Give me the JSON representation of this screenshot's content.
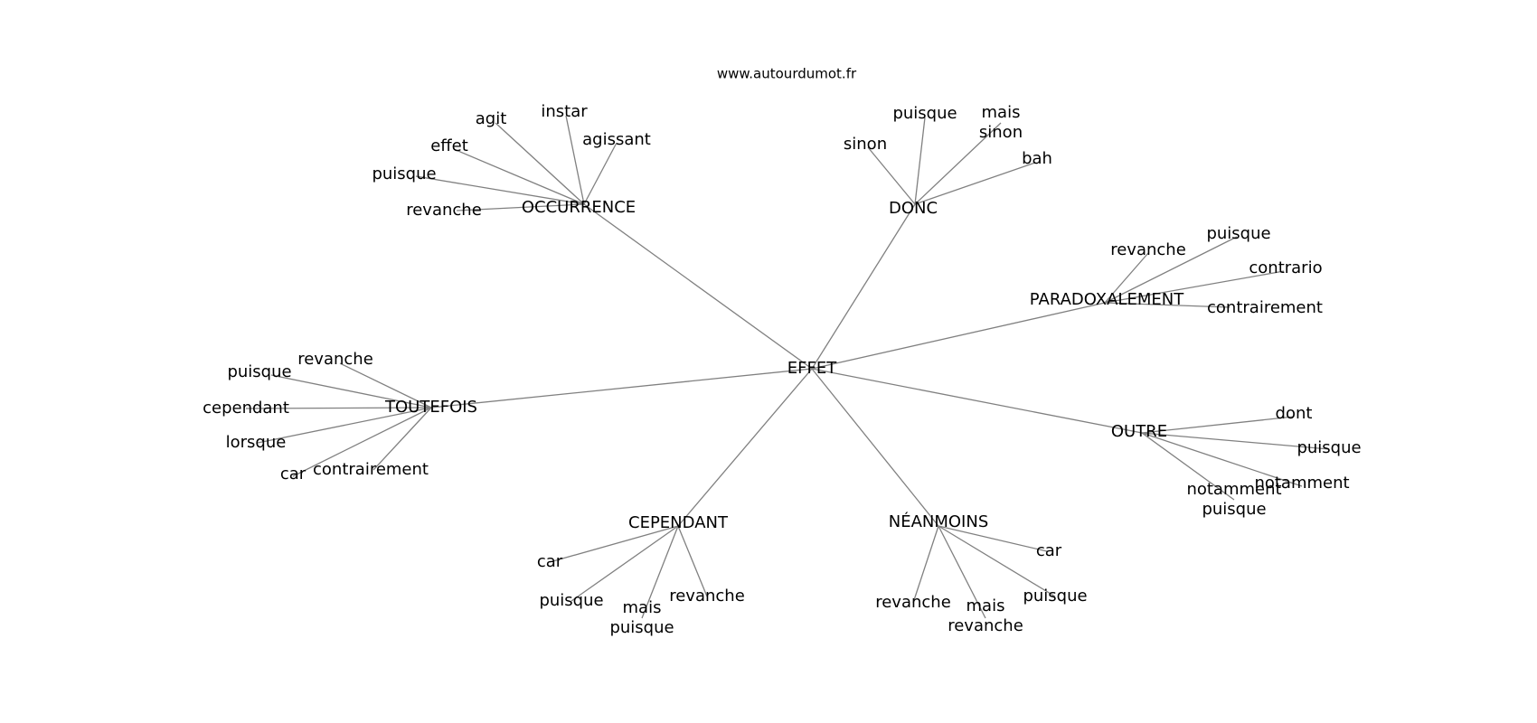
{
  "source_label": "www.autourdumot.fr",
  "colors": {
    "edge": "#808080",
    "text": "#000000",
    "background": "#ffffff"
  },
  "root": "EFFET",
  "groups": [
    {
      "label": "OCCURRENCE",
      "leaves": [
        "agit",
        "instar",
        "agissant",
        "effet",
        "puisque",
        "revanche"
      ]
    },
    {
      "label": "DONC",
      "leaves": [
        "sinon",
        "puisque",
        "mais\nsinon",
        "bah"
      ]
    },
    {
      "label": "PARADOXALEMENT",
      "leaves": [
        "revanche",
        "puisque",
        "contrario",
        "contrairement"
      ]
    },
    {
      "label": "TOUTEFOIS",
      "leaves": [
        "revanche",
        "puisque",
        "cependant",
        "lorsque",
        "car",
        "contrairement"
      ]
    },
    {
      "label": "OUTRE",
      "leaves": [
        "dont",
        "puisque",
        "notamment",
        "notamment\npuisque"
      ]
    },
    {
      "label": "CEPENDANT",
      "leaves": [
        "car",
        "puisque",
        "mais\npuisque",
        "revanche"
      ]
    },
    {
      "label": "NÉANMOINS",
      "leaves": [
        "car",
        "revanche",
        "mais\nrevanche",
        "puisque"
      ]
    }
  ]
}
